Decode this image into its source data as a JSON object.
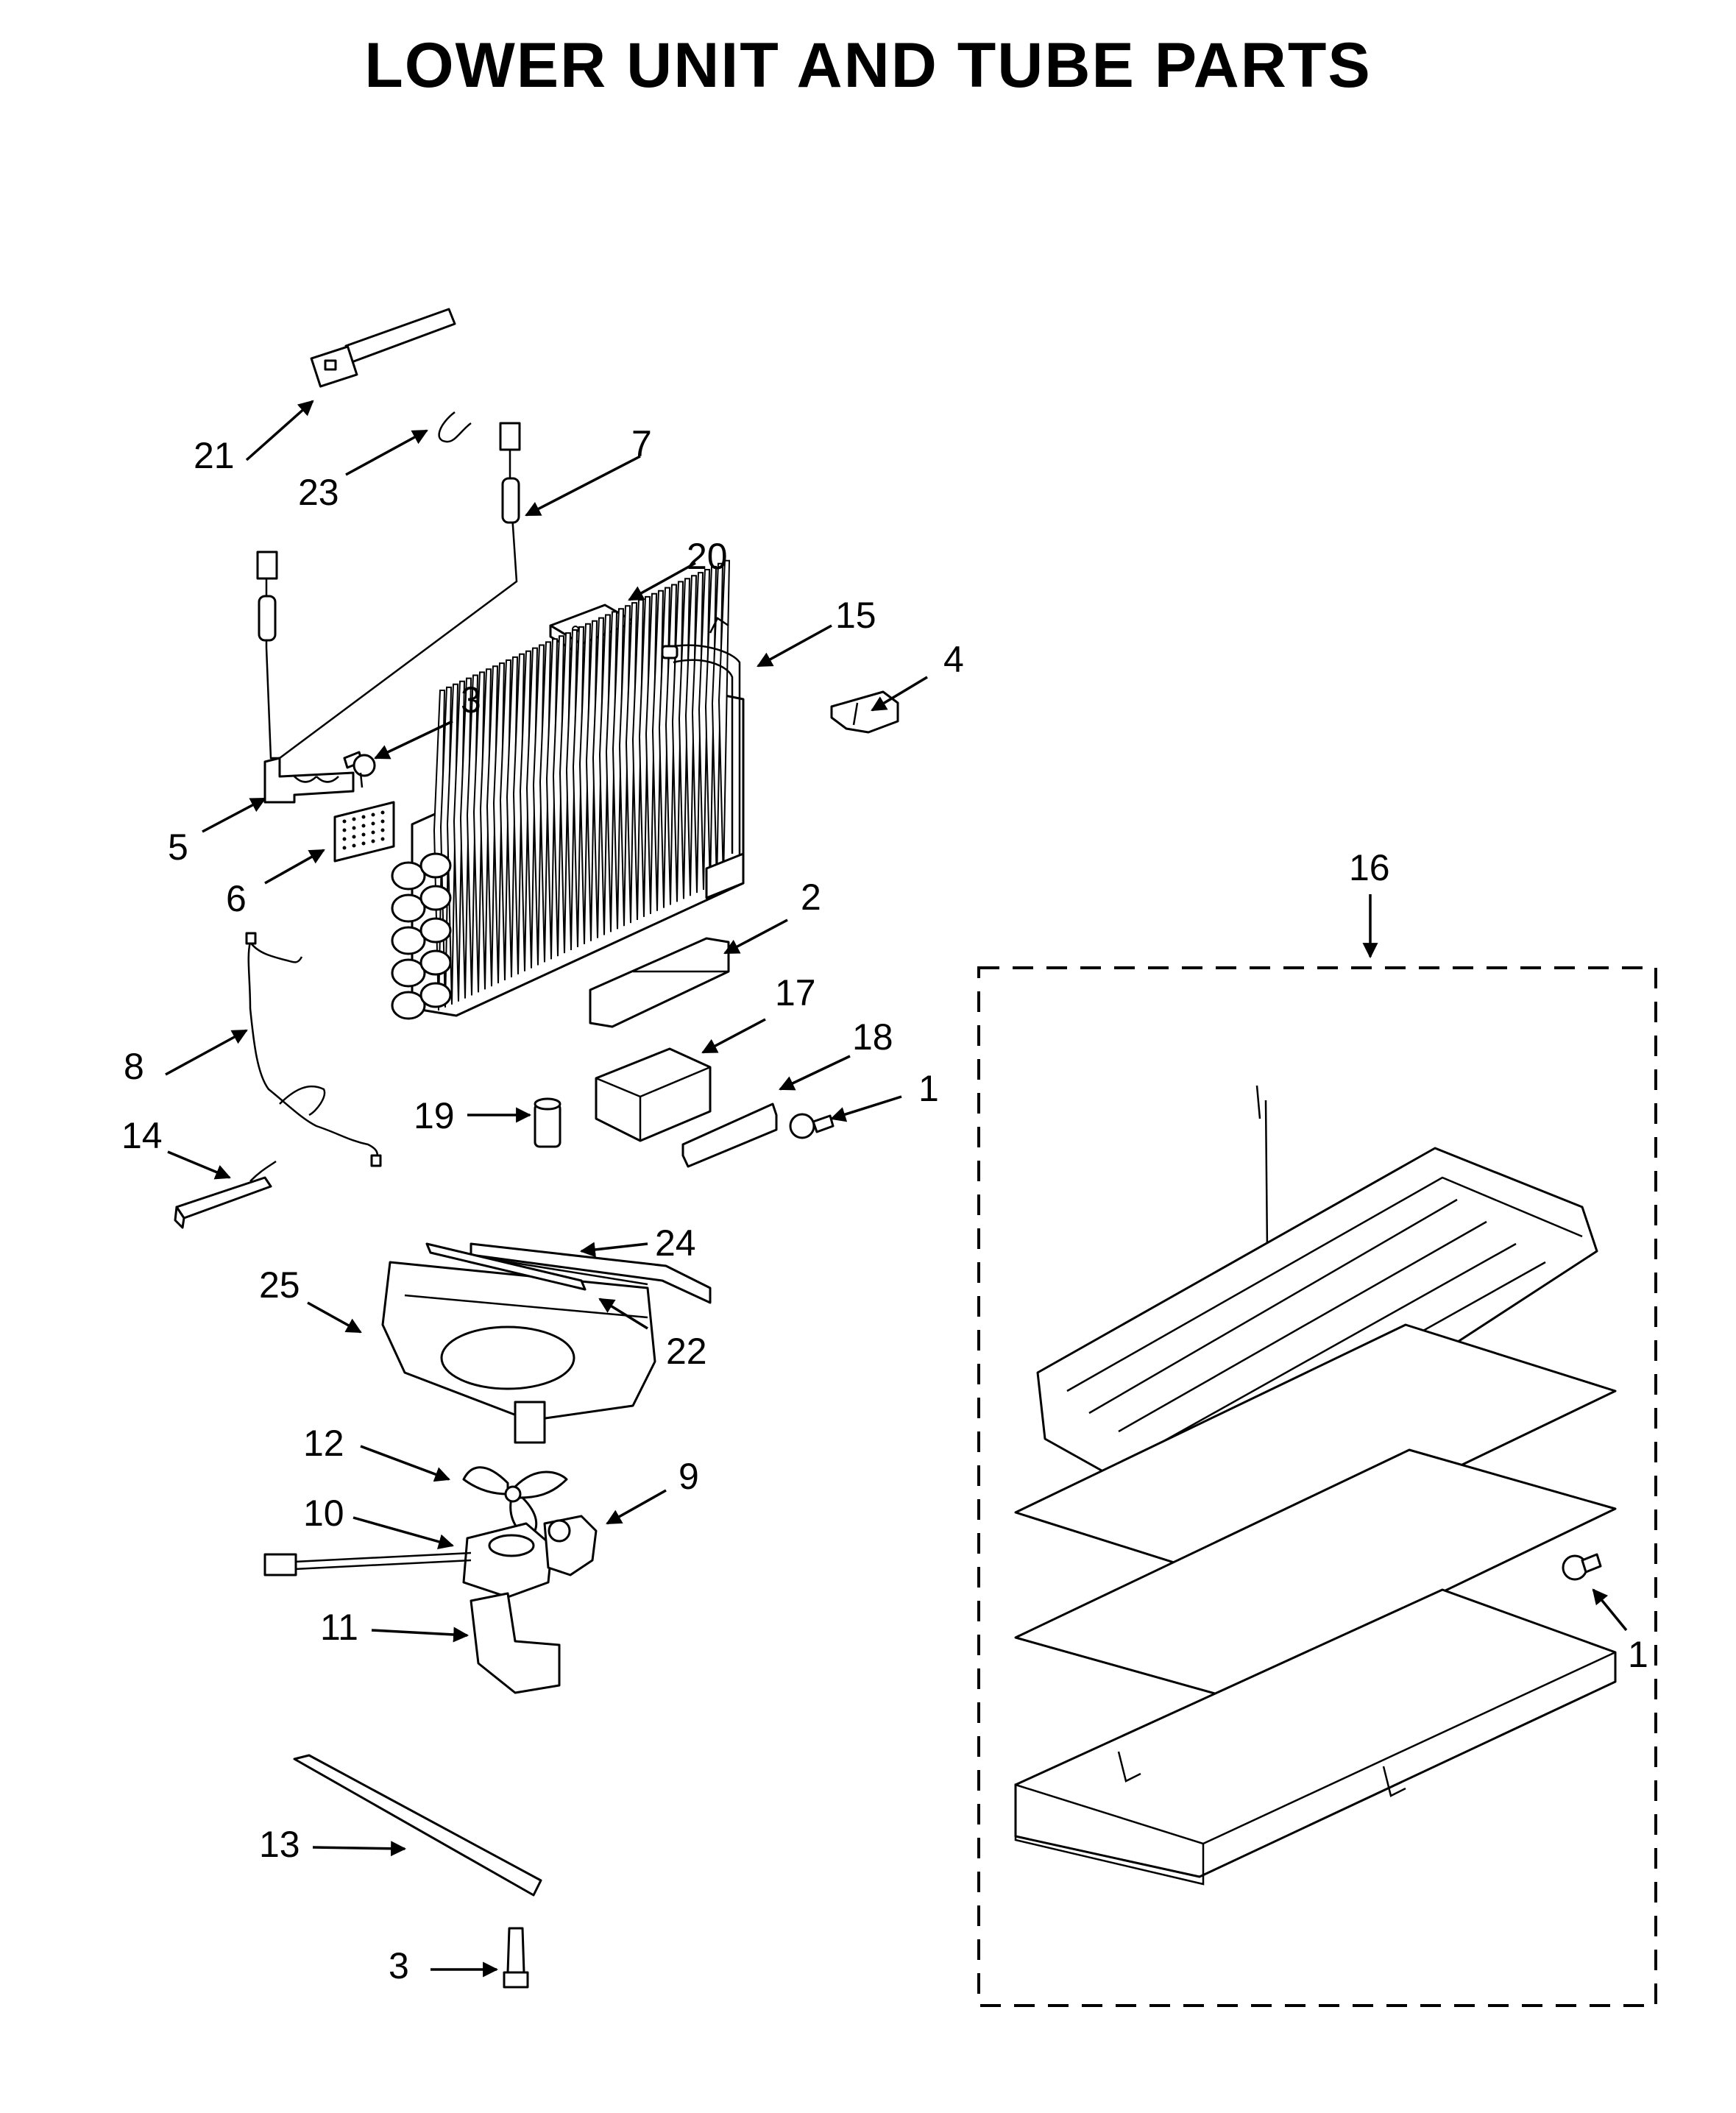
{
  "title": "LOWER UNIT AND TUBE PARTS",
  "callouts": {
    "c1a": "1",
    "c1b": "1",
    "c2": "2",
    "c3a": "3",
    "c3b": "3",
    "c4": "4",
    "c5": "5",
    "c6": "6",
    "c7": "7",
    "c8": "8",
    "c9": "9",
    "c10": "10",
    "c11": "11",
    "c12": "12",
    "c13": "13",
    "c14": "14",
    "c15": "15",
    "c16": "16",
    "c17": "17",
    "c18": "18",
    "c19": "19",
    "c20": "20",
    "c21": "21",
    "c22": "22",
    "c23": "23",
    "c24": "24",
    "c25": "25"
  }
}
